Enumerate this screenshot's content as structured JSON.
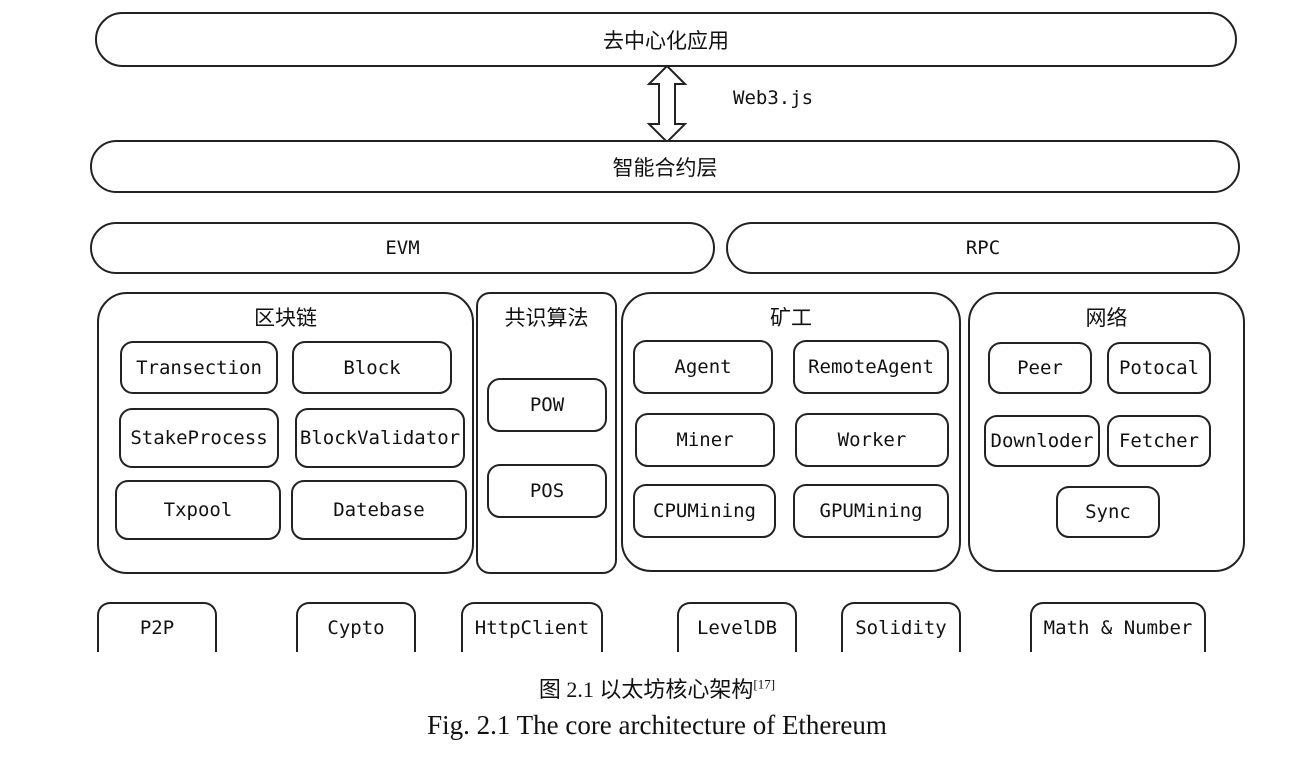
{
  "layers": {
    "dapp": "去中心化应用",
    "web3_label": "Web3.js",
    "contract_layer": "智能合约层",
    "evm": "EVM",
    "rpc": "RPC"
  },
  "groups": {
    "blockchain": {
      "title": "区块链",
      "items": [
        "Transection",
        "Block",
        "StakeProcess",
        "BlockValidator",
        "Txpool",
        "Datebase"
      ]
    },
    "consensus": {
      "title": "共识算法",
      "items": [
        "POW",
        "POS"
      ]
    },
    "miner": {
      "title": "矿工",
      "items": [
        "Agent",
        "RemoteAgent",
        "Miner",
        "Worker",
        "CPUMining",
        "GPUMining"
      ]
    },
    "network": {
      "title": "网络",
      "items": [
        "Peer",
        "Potocal",
        "Downloder",
        "Fetcher",
        "Sync"
      ]
    }
  },
  "libraries": [
    "P2P",
    "Cypto",
    "HttpClient",
    "LevelDB",
    "Solidity",
    "Math & Number"
  ],
  "caption": {
    "cn": "图 2.1  以太坊核心架构",
    "ref": "[17]",
    "en": "Fig. 2.1 The core architecture of Ethereum"
  }
}
